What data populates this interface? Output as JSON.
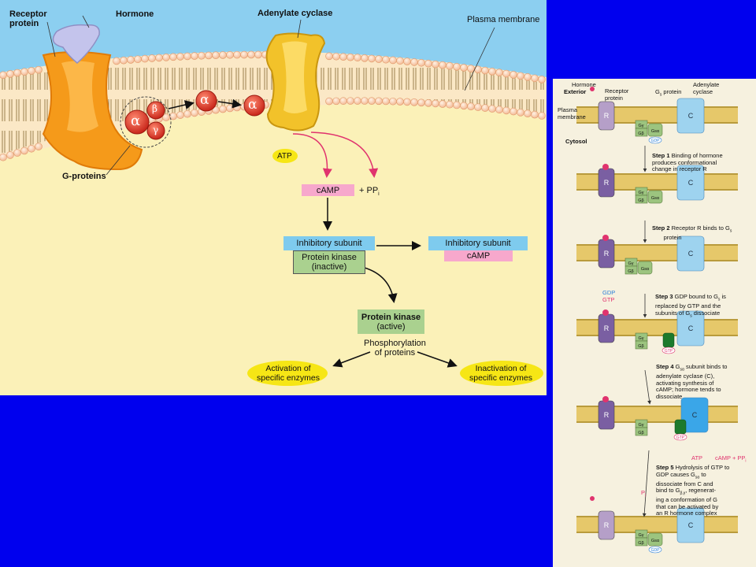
{
  "main": {
    "labels": {
      "receptor": "Receptor\nprotein",
      "hormone": "Hormone",
      "adenylate": "Adenylate cyclase",
      "plasma": "Plasma membrane",
      "gproteins": "G-proteins",
      "atp": "ATP",
      "camp": "cAMP",
      "ppi": "+ PP",
      "ppi_sub": "i",
      "inhib1": "Inhibitory subunit",
      "pk_inactive": "Protein kinase\n(inactive)",
      "inhib2": "Inhibitory subunit",
      "camp2": "cAMP",
      "pk_active_bold": "Protein kinase",
      "pk_active_sub": "(active)",
      "phospho": "Phosphorylation\nof proteins",
      "activation": "Activation of\nspecific enzymes",
      "inactivation": "Inactivation of\nspecific enzymes",
      "alpha": "α",
      "beta": "β",
      "gamma": "γ"
    },
    "colors": {
      "background": "#fbf1b8",
      "sky": "#8ccff0",
      "receptor": "#f59a1a",
      "hormone": "#c4c4ec",
      "adenylate": "#f2c22a",
      "gprotein": "#e0402a",
      "camp_box": "#f7a8cc",
      "inhib_box": "#7ecbee",
      "pk_box": "#aad18f",
      "ellipse": "#f6e615",
      "arrow_pink": "#e0336e"
    }
  },
  "side": {
    "exterior": "Exterior",
    "hormone": "Hormone",
    "receptor": "Receptor\nprotein",
    "gs": "G",
    "gs_sub": "s",
    "gs_rest": " protein",
    "adenylate": "Adenylate\ncyclase",
    "plasma": "Plasma\nmembrane",
    "cytosol": "Cytosol",
    "step1_b": "Step 1",
    "step1": "Binding of hormone\nproduces conformational\nchange in receptor R",
    "step2_b": "Step 2",
    "step2": "Receptor R binds to G",
    "step2_tail": "protein",
    "step3_b": "Step 3",
    "step3": "GDP bound to G",
    "step3_rest": "is\nreplaced by GTP and the\nsubunits of G",
    "step3_tail": "dissociate",
    "step4_b": "Step 4",
    "step4": "G",
    "step4_rest": "subunit binds to\nadenylate cyclase (C),\nactivating synthesis of\ncAMP; hormone tends to\ndissociate",
    "step5_b": "Step 5",
    "step5": "Hydrolysis of GTP to\nGDP causes G",
    "step5_rest": "to\ndissociate from C and\nbind to G",
    "step5_tail": ", regenerat-\ning a conformation of G\nthat can be activated by\nan R hormone complex",
    "gdp": "GDP",
    "gtp": "GTP",
    "atp": "ATP",
    "camp_ppi": "cAMP + PP",
    "ppi_sub": "i",
    "pi": "P",
    "pi_sub": "i",
    "R": "R",
    "C": "C",
    "g": "G",
    "g_gamma": "γ",
    "g_beta": "β",
    "g_alpha": "sα",
    "g_betagamma": "β,γ"
  }
}
